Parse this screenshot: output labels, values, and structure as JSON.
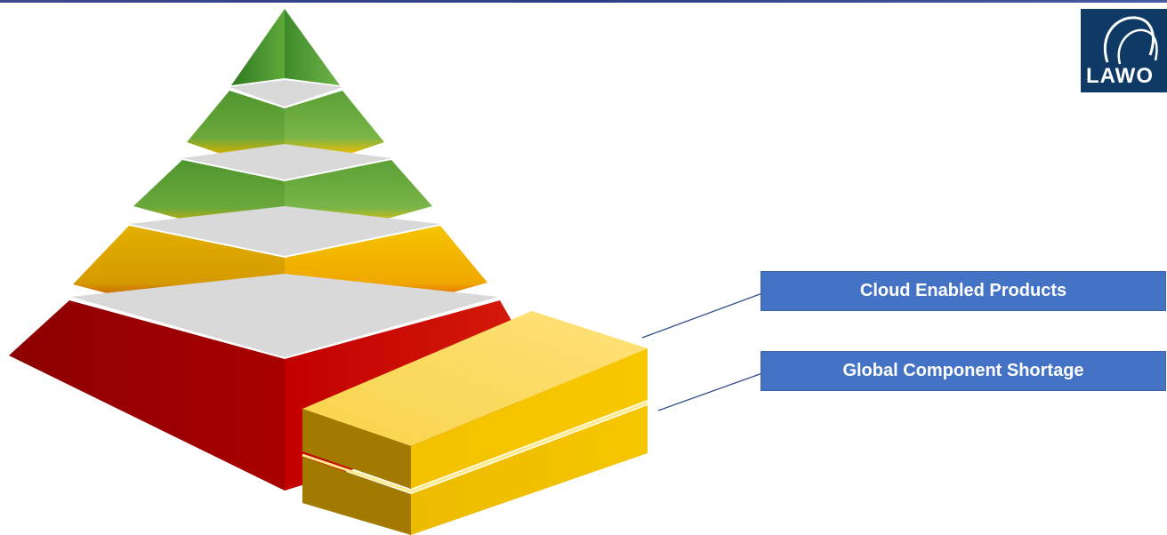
{
  "brand": {
    "logo_text": "LAWO",
    "logo_icon": "lawo-swoosh-icon",
    "logo_color": "#0f3a66"
  },
  "callouts": [
    {
      "label": "Cloud Enabled Products"
    },
    {
      "label": "Global Component Shortage"
    }
  ],
  "colors": {
    "callout_fill": "#4472c4",
    "tier_green": "#4e9a2e",
    "tier_yellow": "#f2b800",
    "tier_red": "#b30000",
    "separator_gray": "#d9d9d9",
    "block_yellow": "#f5c400"
  }
}
